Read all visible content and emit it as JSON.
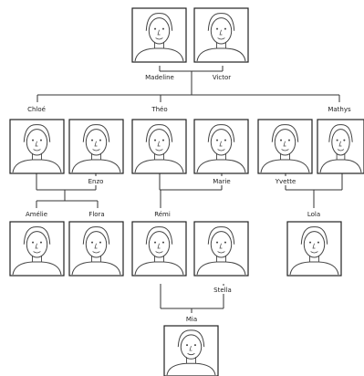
{
  "colors": {
    "line": "#333333",
    "frame": "#222222",
    "sketch": "#444444",
    "background": "#ffffff"
  },
  "people": {
    "madeline": "Madeline",
    "victor": "Victor",
    "chloe": "Chloé",
    "enzo": "Enzo",
    "theo": "Théo",
    "marie": "Marie",
    "yvette": "Yvette",
    "mathys": "Mathys",
    "amelie": "Amélie",
    "flora": "Flora",
    "remi": "Rémi",
    "stella": "Stella",
    "lola": "Lola",
    "mia": "Mia"
  }
}
